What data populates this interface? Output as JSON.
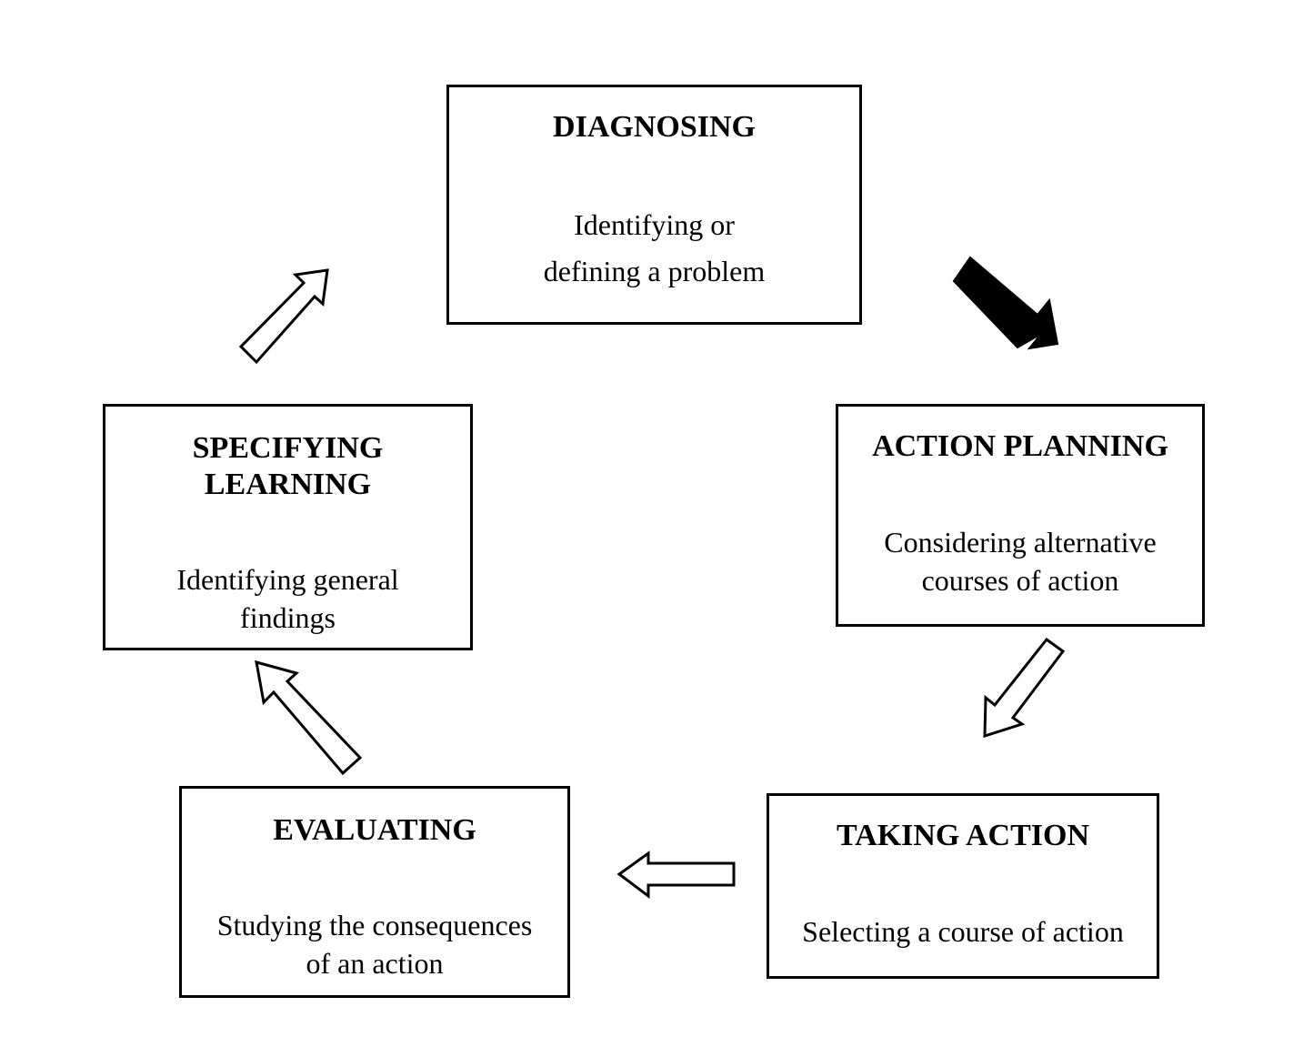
{
  "stages": {
    "diagnosing": {
      "title": [
        "DIAGNOSING"
      ],
      "description": [
        "Identifying or",
        "defining a problem"
      ]
    },
    "action_planning": {
      "title": [
        "ACTION PLANNING"
      ],
      "description": [
        "Considering alternative",
        "courses of action"
      ]
    },
    "taking_action": {
      "title": [
        "TAKING ACTION"
      ],
      "description": [
        "Selecting a course of action"
      ]
    },
    "evaluating": {
      "title": [
        "EVALUATING"
      ],
      "description": [
        "Studying the consequences",
        "of an action"
      ]
    },
    "specifying_learning": {
      "title": [
        "SPECIFYING",
        "LEARNING"
      ],
      "description": [
        "Identifying general",
        "findings"
      ]
    }
  },
  "arrow_style": {
    "stroke": "#000000",
    "hollow_fill": "#ffffff",
    "solid_fill": "#000000"
  }
}
